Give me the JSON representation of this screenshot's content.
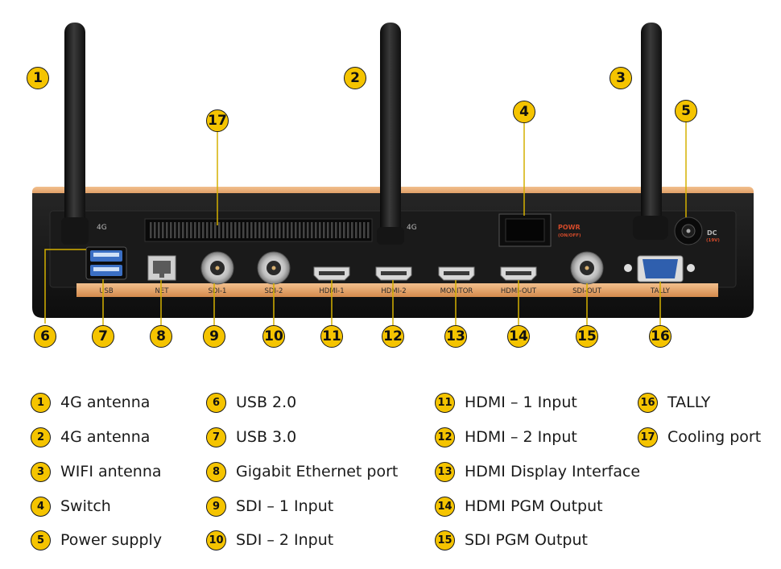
{
  "device": {
    "top_labels": {
      "antenna_left": "4G",
      "antenna_mid": "4G",
      "power": "POWR",
      "power_sub": "(ON/OFF)",
      "dc": "DC",
      "dc_sub": "(19V)"
    },
    "ports": [
      "USB",
      "NET",
      "SDI-1",
      "SDI-2",
      "HDMI-1",
      "HDMI-2",
      "MONITOR",
      "HDMI-OUT",
      "SDI-OUT",
      "TALLY"
    ]
  },
  "callouts": [
    "1",
    "2",
    "3",
    "4",
    "5",
    "6",
    "7",
    "8",
    "9",
    "10",
    "11",
    "12",
    "13",
    "14",
    "15",
    "16",
    "17"
  ],
  "legend": [
    {
      "num": "1",
      "text": "4G antenna"
    },
    {
      "num": "2",
      "text": "4G antenna"
    },
    {
      "num": "3",
      "text": "WIFI antenna"
    },
    {
      "num": "4",
      "text": "Switch"
    },
    {
      "num": "5",
      "text": "Power supply"
    },
    {
      "num": "6",
      "text": "USB 2.0"
    },
    {
      "num": "7",
      "text": "USB 3.0"
    },
    {
      "num": "8",
      "text": "Gigabit Ethernet port"
    },
    {
      "num": "9",
      "text": "SDI – 1 Input"
    },
    {
      "num": "10",
      "text": "SDI – 2 Input"
    },
    {
      "num": "11",
      "text": "HDMI – 1 Input"
    },
    {
      "num": "12",
      "text": "HDMI – 2 Input"
    },
    {
      "num": "13",
      "text": "HDMI Display Interface"
    },
    {
      "num": "14",
      "text": "HDMI PGM Output"
    },
    {
      "num": "15",
      "text": "SDI PGM Output"
    },
    {
      "num": "16",
      "text": "TALLY"
    },
    {
      "num": "17",
      "text": "Cooling port"
    }
  ],
  "colors": {
    "badge": "#f5c400",
    "chassis": "#141414",
    "trim": "#e3a672",
    "leader": "#d4b000"
  }
}
